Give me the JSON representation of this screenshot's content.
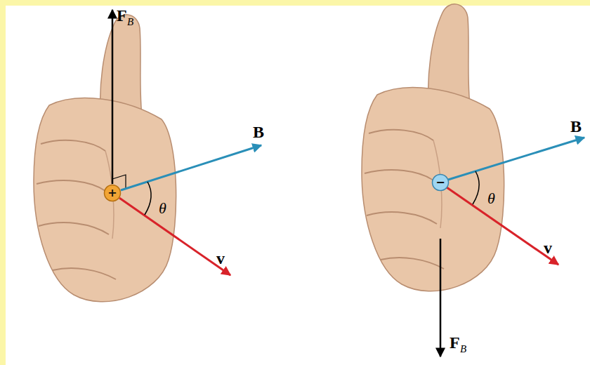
{
  "diagram": {
    "nodes": [
      {
        "text": [
          "+"
        ]
      },
      {
        "text": [
          "−"
        ]
      }
    ],
    "labels": [
      "F",
      "B",
      "B",
      "θ",
      "v",
      "B",
      "θ",
      "v",
      "F",
      "B"
    ]
  }
}
